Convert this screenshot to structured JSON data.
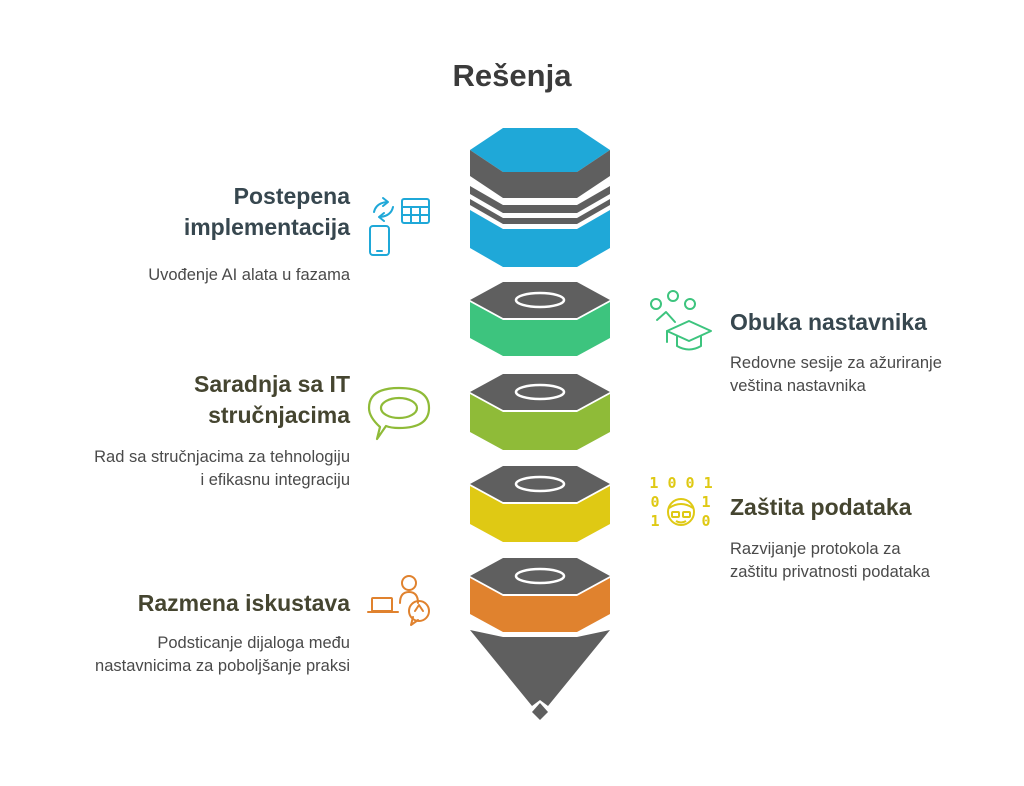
{
  "title": "Rešenja",
  "colors": {
    "blue": "#1FA8D8",
    "green": "#3DC47E",
    "lime": "#8FBB38",
    "yellow": "#DFC914",
    "orange": "#E0822E",
    "gray": "#5F5F5F",
    "heading_dark": "#37474F",
    "heading_olive": "#454530"
  },
  "items": [
    {
      "heading_lines": [
        "Postepena",
        "implementacija"
      ],
      "description_lines": [
        "Uvođenje AI alata u fazama"
      ],
      "icon": "phone-sync-grid-icon",
      "color": "#1FA8D8"
    },
    {
      "heading_lines": [
        "Obuka nastavnika"
      ],
      "description_lines": [
        "Redovne sesije za ažuriranje",
        "veština nastavnika"
      ],
      "icon": "graduation-cap-icon",
      "color": "#3DC47E"
    },
    {
      "heading_lines": [
        "Saradnja sa IT",
        "stručnjacima"
      ],
      "description_lines": [
        "Rad sa stručnjacima za tehnologiju",
        "i efikasnu integraciju"
      ],
      "icon": "speech-bubble-icon",
      "color": "#8FBB38"
    },
    {
      "heading_lines": [
        "Zaštita podataka"
      ],
      "description_lines": [
        "Razvijanje protokola za",
        "zaštitu privatnosti podataka"
      ],
      "icon": "binary-face-icon",
      "color": "#DFC914",
      "binary": {
        "top": "1 0 0 1",
        "left": [
          "0",
          "1"
        ],
        "right": [
          "1",
          "0"
        ]
      }
    },
    {
      "heading_lines": [
        "Razmena iskustava"
      ],
      "description_lines": [
        "Podsticanje dijaloga među",
        "nastavnicima za poboljšanje praksi"
      ],
      "icon": "person-laptop-icon",
      "color": "#E0822E"
    }
  ]
}
